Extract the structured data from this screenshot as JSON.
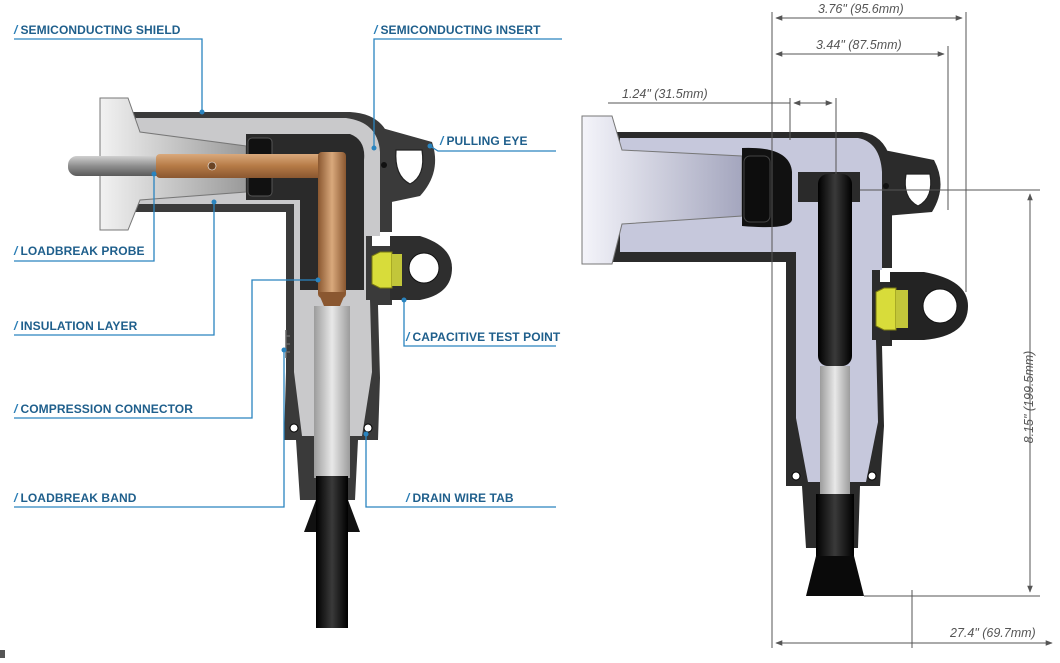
{
  "colors": {
    "leader": "#2a84bf",
    "label_text": "#1f5f8c",
    "semiconducting_black": "#2a2a2a",
    "insulation_grey": "#c9c9cb",
    "insulation_blue_grey": "#c6c8dc",
    "copper": "#b57a46",
    "test_point_yellow": "#d8dc3a",
    "cable_black": "#111111",
    "dimension_line": "#555555"
  },
  "labels": {
    "semiconducting_shield": "SEMICONDUCTING SHIELD",
    "semiconducting_insert": "SEMICONDUCTING INSERT",
    "pulling_eye": "PULLING EYE",
    "loadbreak_probe": "LOADBREAK PROBE",
    "capacitive_test_point": "CAPACITIVE TEST POINT",
    "insulation_layer": "INSULATION LAYER",
    "compression_connector": "COMPRESSION CONNECTOR",
    "loadbreak_band": "LOADBREAK BAND",
    "drain_wire_tab": "DRAIN WIRE TAB"
  },
  "dimensions": {
    "overall_width": "3.76\" (95.6mm)",
    "eye_to_bore": "3.44\" (87.5mm)",
    "probe_offset": "1.24\" (31.5mm)",
    "height": "8.15\" (199.5mm)",
    "bottom_width": "27.4\" (69.7mm)"
  },
  "icons": [
    "label-slash-icon",
    "dimension-arrow-icon"
  ]
}
